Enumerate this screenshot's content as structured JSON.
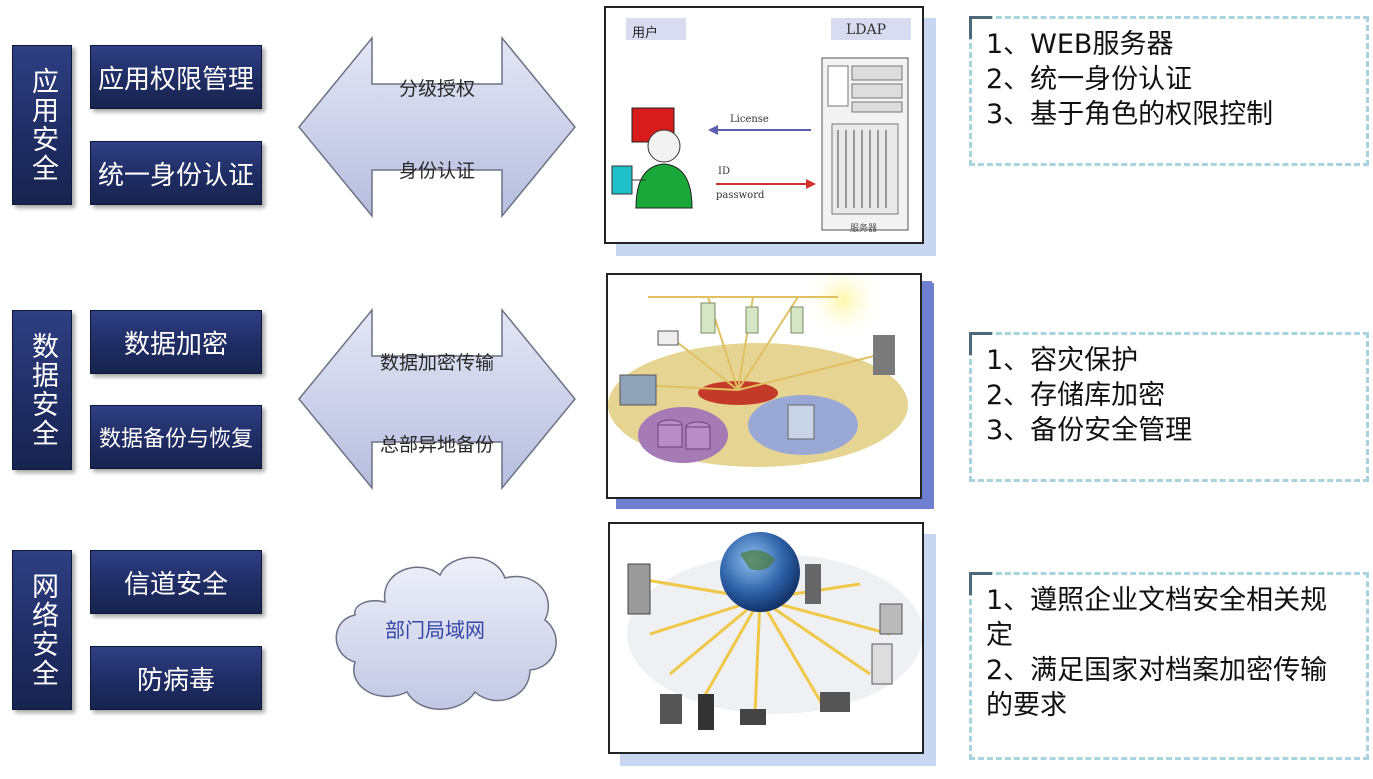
{
  "sections": [
    {
      "category": "应用安全",
      "items": [
        "应用权限管理",
        "统一身份认证"
      ],
      "arrow_labels": [
        "分级授权",
        "身份认证"
      ],
      "notes": [
        "1、WEB服务器",
        "2、统一身份认证",
        "3、基于角色的权限控制"
      ]
    },
    {
      "category": "数据安全",
      "items": [
        "数据加密",
        "数据备份与恢复"
      ],
      "arrow_labels": [
        "数据加密传输",
        "总部异地备份"
      ],
      "notes": [
        "1、容灾保护",
        "2、存储库加密",
        "3、备份安全管理"
      ]
    },
    {
      "category": "网络安全",
      "items": [
        "信道安全",
        "防病毒"
      ],
      "cloud_label": "部门局域网",
      "notes": [
        "1、遵照企业文档安全相关规定",
        "2、满足国家对档案加密传输的要求"
      ]
    }
  ],
  "figure1": {
    "user_label": "用户",
    "ldap_label": "LDAP",
    "license_label": "License",
    "id_label": "ID",
    "password_label": "password",
    "server_label": "服务器"
  },
  "colors": {
    "box_navy": "#1f2c63",
    "arrow_fill": "#c6cbe6",
    "frame_shadow": "#6f7fd0",
    "note_border": "#a9d3df"
  }
}
